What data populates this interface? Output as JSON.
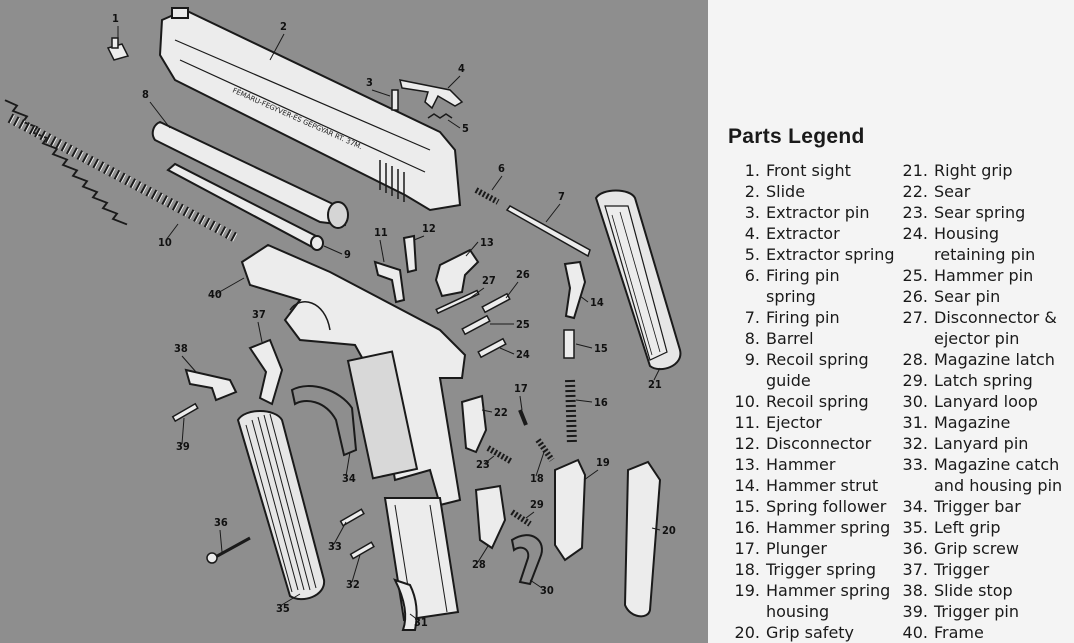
{
  "legend": {
    "title": "Parts Legend",
    "left_column": [
      {
        "num": "1.",
        "label": "Front sight"
      },
      {
        "num": "2.",
        "label": "Slide"
      },
      {
        "num": "3.",
        "label": "Extractor pin"
      },
      {
        "num": "4.",
        "label": "Extractor"
      },
      {
        "num": "5.",
        "label": "Extractor spring"
      },
      {
        "num": "6.",
        "label": "Firing pin"
      },
      {
        "num": "",
        "label": "spring"
      },
      {
        "num": "7.",
        "label": "Firing pin"
      },
      {
        "num": "8.",
        "label": "Barrel"
      },
      {
        "num": "9.",
        "label": "Recoil spring"
      },
      {
        "num": "",
        "label": "guide"
      },
      {
        "num": "10.",
        "label": "Recoil spring"
      },
      {
        "num": "11.",
        "label": "Ejector"
      },
      {
        "num": "12.",
        "label": "Disconnector"
      },
      {
        "num": "13.",
        "label": "Hammer"
      },
      {
        "num": "14.",
        "label": "Hammer strut"
      },
      {
        "num": "15.",
        "label": "Spring follower"
      },
      {
        "num": "16.",
        "label": "Hammer spring"
      },
      {
        "num": "17.",
        "label": "Plunger"
      },
      {
        "num": "18.",
        "label": "Trigger spring"
      },
      {
        "num": "19.",
        "label": "Hammer spring"
      },
      {
        "num": "",
        "label": "housing"
      },
      {
        "num": "20.",
        "label": "Grip safety"
      }
    ],
    "right_column": [
      {
        "num": "21.",
        "label": "Right grip"
      },
      {
        "num": "22.",
        "label": "Sear"
      },
      {
        "num": "23.",
        "label": "Sear spring"
      },
      {
        "num": "24.",
        "label": "Housing"
      },
      {
        "num": "",
        "label": "retaining pin"
      },
      {
        "num": "25.",
        "label": "Hammer pin"
      },
      {
        "num": "26.",
        "label": "Sear pin"
      },
      {
        "num": "27.",
        "label": "Disconnector &"
      },
      {
        "num": "",
        "label": "ejector pin"
      },
      {
        "num": "28.",
        "label": "Magazine latch"
      },
      {
        "num": "29.",
        "label": "Latch spring"
      },
      {
        "num": "30.",
        "label": "Lanyard loop"
      },
      {
        "num": "31.",
        "label": "Magazine"
      },
      {
        "num": "32.",
        "label": "Lanyard pin"
      },
      {
        "num": "33.",
        "label": "Magazine catch"
      },
      {
        "num": "",
        "label": "and housing pin"
      },
      {
        "num": "34.",
        "label": "Trigger bar"
      },
      {
        "num": "35.",
        "label": "Left grip"
      },
      {
        "num": "36.",
        "label": "Grip screw"
      },
      {
        "num": "37.",
        "label": "Trigger"
      },
      {
        "num": "38.",
        "label": "Slide stop"
      },
      {
        "num": "39.",
        "label": "Trigger pin"
      },
      {
        "num": "40.",
        "label": "Frame"
      }
    ]
  },
  "diagram": {
    "slide_marking": "FÉMÁRU-FEGYVER-ÉS GÉPGYÁR RT. 37M.",
    "callouts": [
      "1",
      "2",
      "3",
      "4",
      "5",
      "6",
      "7",
      "8",
      "9",
      "10",
      "11",
      "12",
      "13",
      "14",
      "15",
      "16",
      "17",
      "18",
      "19",
      "20",
      "21",
      "22",
      "23",
      "24",
      "25",
      "26",
      "27",
      "28",
      "29",
      "30",
      "31",
      "32",
      "33",
      "34",
      "35",
      "36",
      "37",
      "38",
      "39",
      "40"
    ]
  },
  "colors": {
    "diagram_background": "#8e8e8e",
    "part_fill": "#ececec",
    "outline": "#1a1a1a",
    "legend_background": "#f4f4f4"
  }
}
